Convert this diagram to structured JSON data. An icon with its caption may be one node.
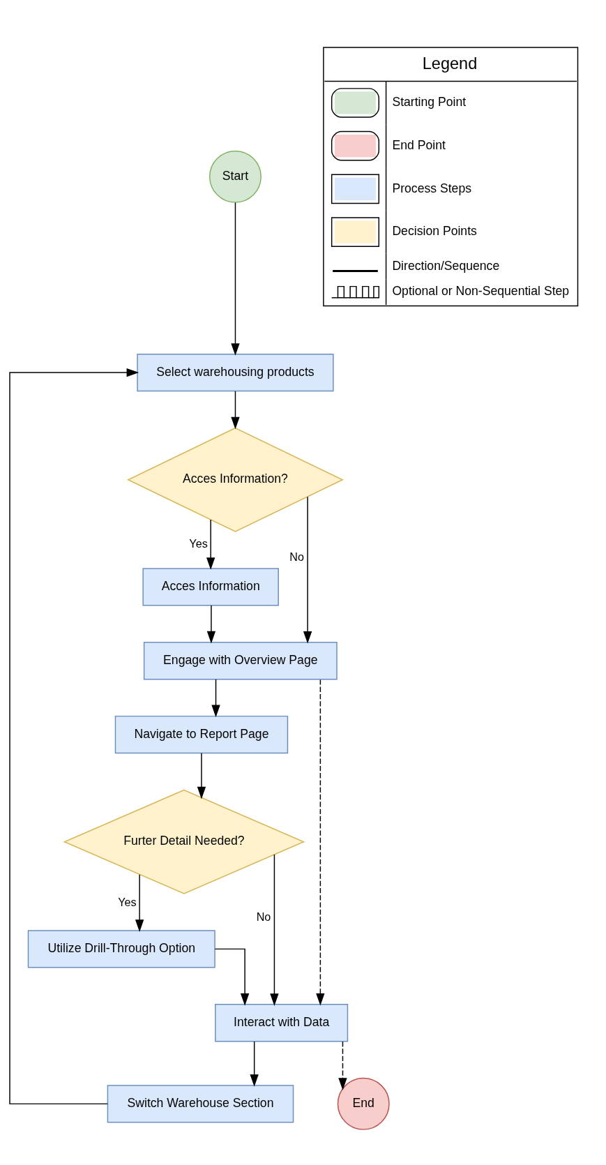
{
  "diagram": {
    "nodes": [
      {
        "text": [
          "Start"
        ]
      },
      {
        "text": [
          "Select warehousing products"
        ]
      },
      {
        "text": [
          "Acces Information?"
        ]
      },
      {
        "text": [
          "Acces Information"
        ]
      },
      {
        "text": [
          "Engage with Overview Page"
        ]
      },
      {
        "text": [
          "Navigate to Report Page"
        ]
      },
      {
        "text": [
          "Furter Detail Needed?"
        ]
      },
      {
        "text": [
          "Utilize Drill-Through Option"
        ]
      },
      {
        "text": [
          "Interact with Data"
        ]
      },
      {
        "text": [
          "Switch Warehouse Section"
        ]
      },
      {
        "text": [
          "End"
        ]
      }
    ],
    "edges": [
      {
        "from": 0,
        "to": 1,
        "arrow": "to"
      },
      {
        "from": 1,
        "to": 2,
        "arrow": "to"
      },
      {
        "from": 2,
        "to": 3,
        "arrow": "to",
        "label": "Yes"
      },
      {
        "from": 2,
        "to": 4,
        "arrow": "to",
        "label": "No"
      },
      {
        "from": 3,
        "to": 4,
        "arrow": "to"
      },
      {
        "from": 4,
        "to": 5,
        "arrow": "to"
      },
      {
        "from": 4,
        "to": 8,
        "arrow": "to",
        "style": "dashed"
      },
      {
        "from": 5,
        "to": 6,
        "arrow": "to"
      },
      {
        "from": 6,
        "to": 7,
        "arrow": "to",
        "label": "Yes"
      },
      {
        "from": 6,
        "to": 8,
        "arrow": "to",
        "label": "No"
      },
      {
        "from": 7,
        "to": 8,
        "arrow": "to"
      },
      {
        "from": 8,
        "to": 9,
        "arrow": "to"
      },
      {
        "from": 8,
        "to": 10,
        "arrow": "to",
        "style": "dashed"
      },
      {
        "from": 9,
        "to": 1,
        "arrow": "to"
      }
    ],
    "labels": [
      "Legend"
    ],
    "legend": [
      {
        "text": "Starting Point",
        "color": "#d5e8d4"
      },
      {
        "text": "End Point",
        "color": "#f8cecc"
      },
      {
        "text": "Process Steps",
        "color": "#dae8fc"
      },
      {
        "text": "Decision Points",
        "color": "#fff2cc"
      },
      {
        "text": "Direction/Sequence"
      },
      {
        "text": "Optional or Non-Sequential Step"
      }
    ]
  }
}
